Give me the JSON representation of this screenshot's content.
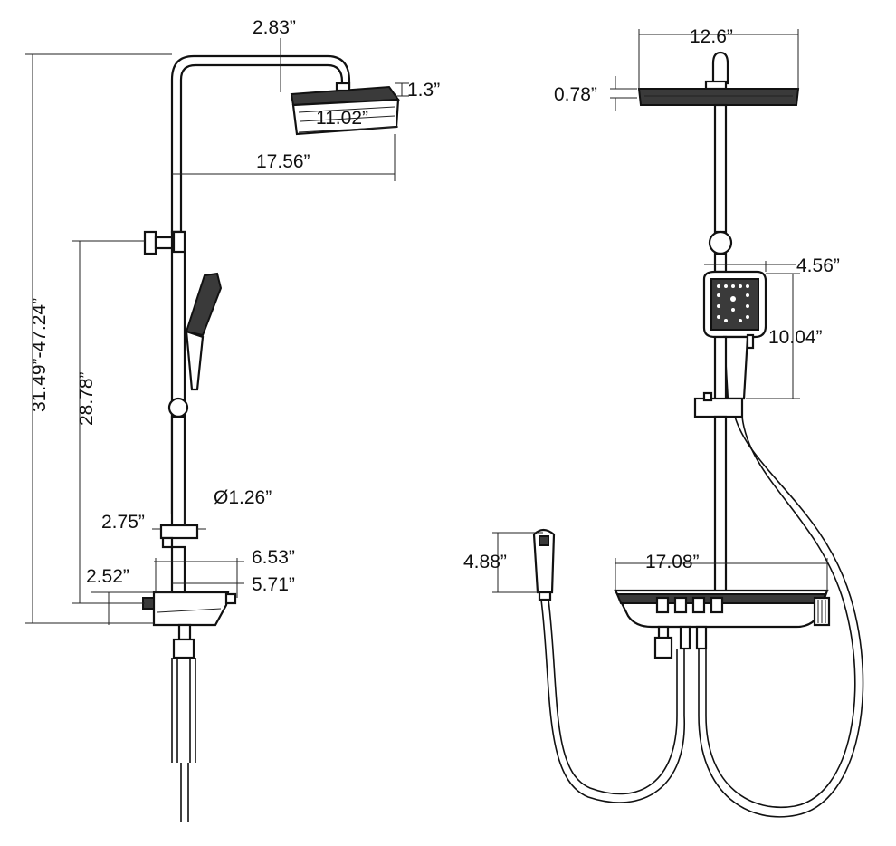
{
  "side_view": {
    "dims": {
      "arm_drop": "2.83”",
      "head_thickness": "1.3”",
      "head_length": "11.02”",
      "arm_reach": "17.56”",
      "total_height": "31.49”-47.24”",
      "slider_range": "28.78”",
      "pipe_diameter": "Ø1.26”",
      "holder_depth": "2.75”",
      "shelf_depth": "6.53”",
      "shelf_depth_inner": "5.71”",
      "inlet_offset": "2.52”"
    }
  },
  "front_view": {
    "dims": {
      "head_width": "12.6”",
      "head_thickness": "0.78”",
      "handshower_width": "4.56”",
      "handshower_length": "10.04”",
      "bidet_sprayer_length": "4.88”",
      "shelf_width": "17.08”"
    }
  }
}
